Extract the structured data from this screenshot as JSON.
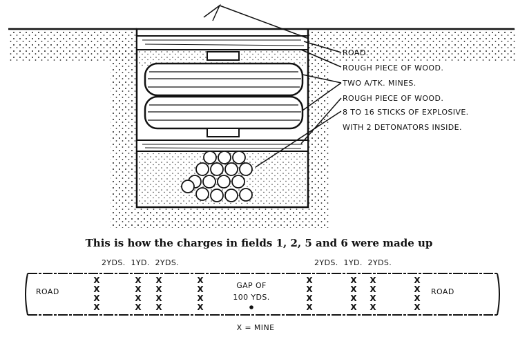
{
  "cross_section": {
    "labels": {
      "road": "ROAD.",
      "wood_top": "ROUGH PIECE OF WOOD.",
      "mines": "TWO A/TK. MINES.",
      "wood_bottom": "ROUGH PIECE OF WOOD.",
      "explosive": "8 TO 16 STICKS OF EXPLOSIVE.",
      "detonators": "WITH 2 DETONATORS INSIDE."
    }
  },
  "caption": "This is how the charges in fields 1, 2, 5 and 6 were made up",
  "road_plan": {
    "spacing_left": "2YDS.  1YD.  2YDS.",
    "spacing_right": "2YDS.  1YD.  2YDS.",
    "road_left": "ROAD",
    "road_right": "ROAD",
    "gap_line1": "GAP OF",
    "gap_line2": "100 YDS.",
    "mine_symbol": "X",
    "legend": "X = MINE"
  }
}
